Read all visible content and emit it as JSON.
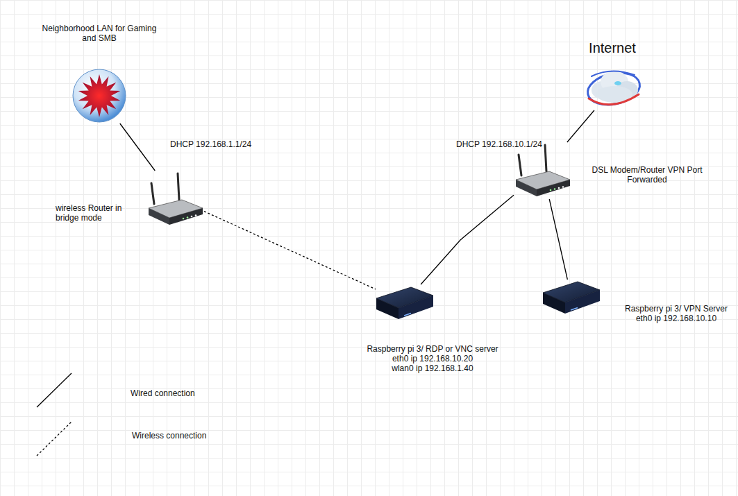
{
  "diagram": {
    "nodes": [
      {
        "text": [
          "Neighborhood LAN for Gaming and SMB"
        ]
      },
      {
        "text": [
          "DHCP 192.168.1.1/24",
          "wireless Router in bridge mode"
        ]
      },
      {
        "text": [
          "Internet"
        ]
      },
      {
        "text": [
          "DHCP 192.168.10.1/24",
          "DSL Modem/Router VPN Port Forwarded"
        ]
      },
      {
        "text": [
          "Raspberry pi 3/ RDP or VNC server",
          "eth0 ip 192.168.10.20",
          "wlan0 ip 192.168.1.40"
        ]
      },
      {
        "text": [
          "Raspberry pi 3/ VPN Server",
          "eth0 ip 192.168.10.10"
        ]
      }
    ],
    "edges": [
      {
        "from": 0,
        "to": 1,
        "arrow": "none"
      },
      {
        "from": 1,
        "to": 4,
        "arrow": "none"
      },
      {
        "from": 4,
        "to": 3,
        "arrow": "none"
      },
      {
        "from": 2,
        "to": 3,
        "arrow": "none"
      },
      {
        "from": 3,
        "to": 5,
        "arrow": "none"
      }
    ],
    "legend": [
      {
        "text": "Wired connection"
      },
      {
        "text": "Wireless connection"
      }
    ]
  }
}
